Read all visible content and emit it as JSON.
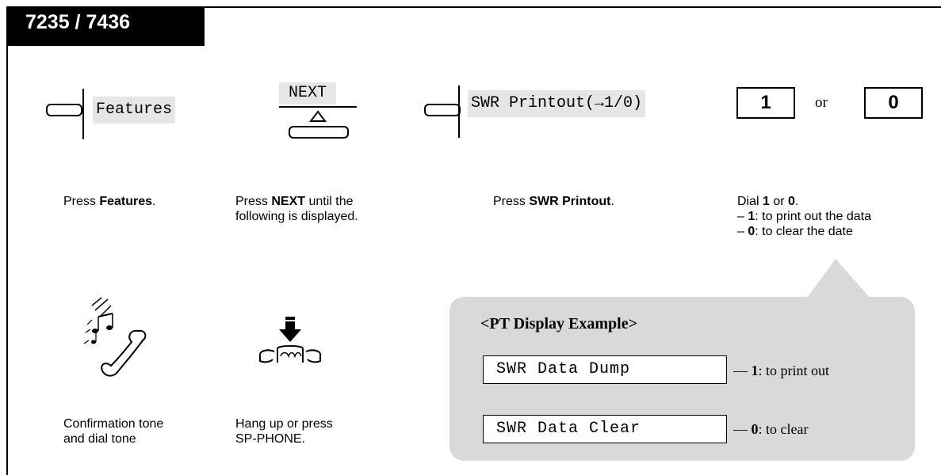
{
  "header": {
    "model": "7235 / 7436"
  },
  "steps": [
    {
      "lcd_label": "Features",
      "caption_prefix": "Press ",
      "caption_bold": "Features",
      "caption_suffix": "."
    },
    {
      "key_label": "NEXT",
      "caption_prefix": "Press ",
      "caption_bold": "NEXT",
      "caption_suffix": " until the",
      "caption_line2": "following is displayed."
    },
    {
      "lcd_label": "SWR Printout(→1/0)",
      "caption_prefix": "Press ",
      "caption_bold": "SWR Printout",
      "caption_suffix": "."
    },
    {
      "key_a": "1",
      "or_text": "or",
      "key_b": "0",
      "caption_prefix": "Dial ",
      "caption_bold_a": "1",
      "caption_mid": " or ",
      "caption_bold_b": "0",
      "caption_suffix": ".",
      "bullet1_dash": "– ",
      "bullet1_bold": "1",
      "bullet1_text": ": to print out the data",
      "bullet2_dash": "– ",
      "bullet2_bold": "0",
      "bullet2_text": ": to clear the date"
    }
  ],
  "end_steps": [
    {
      "icon": "confirmation-tone-icon",
      "line1": "Confirmation tone",
      "line2": "and dial tone"
    },
    {
      "icon": "hang-up-icon",
      "line1": "Hang up or press",
      "line2": "SP-PHONE."
    }
  ],
  "display_example": {
    "title": "<PT Display Example>",
    "rows": [
      {
        "display": "SWR Data Dump",
        "dash": "— ",
        "bold": "1",
        "note": ": to print out"
      },
      {
        "display": "SWR Data Clear",
        "dash": "— ",
        "bold": "0",
        "note": ": to clear"
      }
    ]
  }
}
